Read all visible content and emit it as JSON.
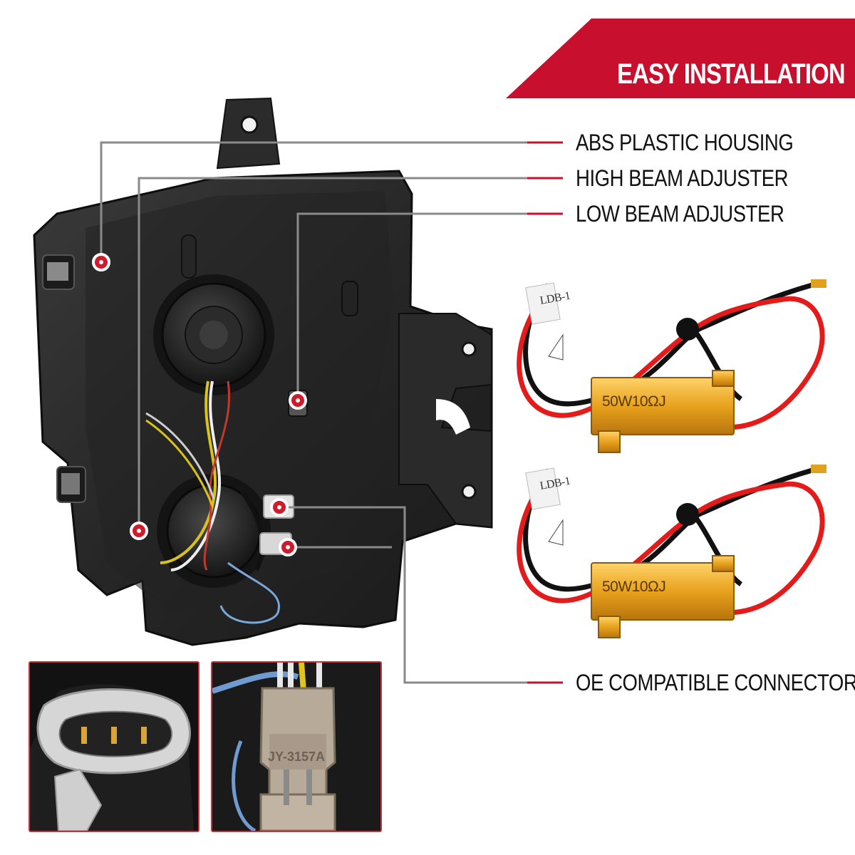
{
  "banner": {
    "title": "EASY INSTALLATION"
  },
  "callouts": {
    "housing": "ABS PLASTIC HOUSING",
    "high_beam": "HIGH BEAM ADJUSTER",
    "low_beam": "LOW BEAM ADJUSTER",
    "connectors": "OE COMPATIBLE CONNECTORS"
  },
  "resistor": {
    "label": "50W10ΩJ",
    "tag": "LDB-1"
  },
  "plug": {
    "marking": "JY-3157A"
  },
  "colors": {
    "accent": "#c8102e",
    "leader": "#8a8a8a"
  },
  "icons": [
    "callout-dot-icon",
    "warning-triangle-icon"
  ]
}
